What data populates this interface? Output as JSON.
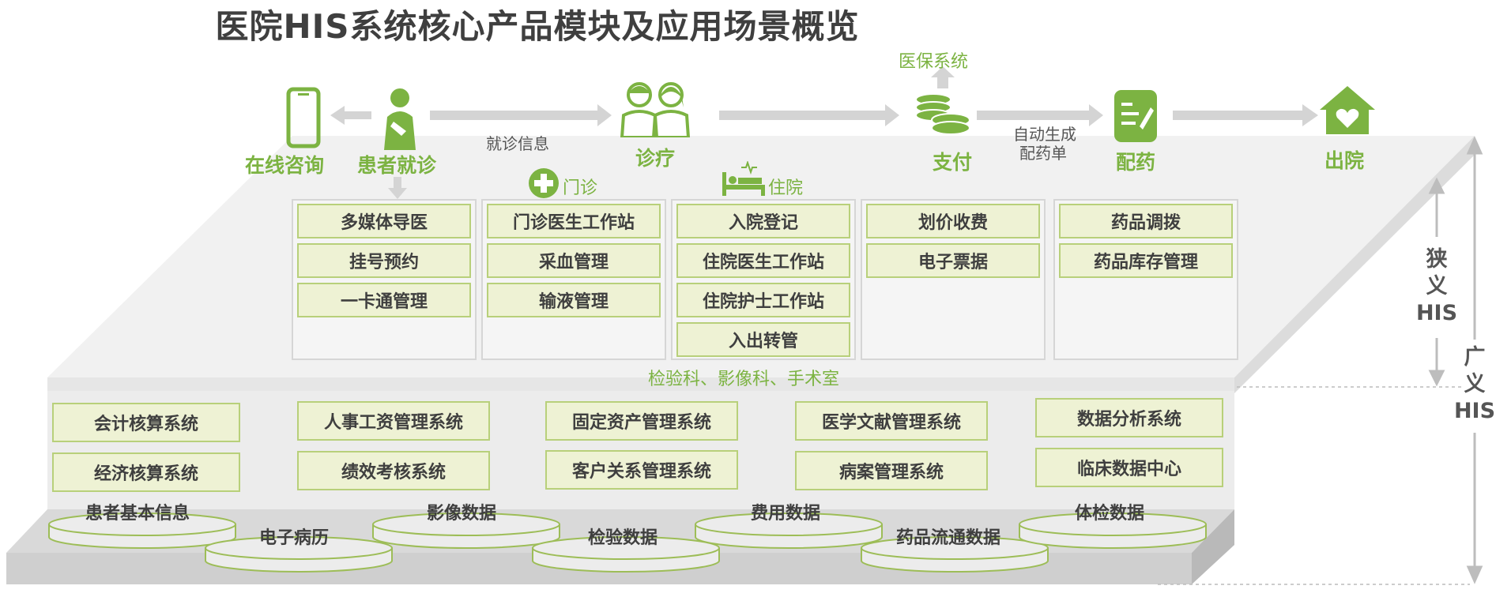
{
  "title": "医院HIS系统核心产品模块及应用场景概览",
  "flow": {
    "online": "在线咨询",
    "patient": "患者就诊",
    "visit_info": "就诊信息",
    "diagnosis": "诊疗",
    "insurance": "医保系统",
    "payment": "支付",
    "auto_gen_line1": "自动生成",
    "auto_gen_line2": "配药单",
    "dispensing": "配药",
    "discharge": "出院"
  },
  "sub_labels": {
    "outpatient": "门诊",
    "inpatient": "住院",
    "departments": "检验科、影像科、手术室"
  },
  "narrow_columns": [
    {
      "items": [
        "多媒体导医",
        "挂号预约",
        "一卡通管理"
      ]
    },
    {
      "items": [
        "门诊医生工作站",
        "采血管理",
        "输液管理"
      ]
    },
    {
      "items": [
        "入院登记",
        "住院医生工作站",
        "住院护士工作站",
        "入出转管"
      ]
    },
    {
      "items": [
        "划价收费",
        "电子票据"
      ]
    },
    {
      "items": [
        "药品调拨",
        "药品库存管理"
      ]
    }
  ],
  "broad_systems": [
    [
      "会计核算系统",
      "经济核算系统"
    ],
    [
      "人事工资管理系统",
      "绩效考核系统"
    ],
    [
      "固定资产管理系统",
      "客户关系管理系统"
    ],
    [
      "医学文献管理系统",
      "病案管理系统"
    ],
    [
      "数据分析系统",
      "临床数据中心"
    ]
  ],
  "data_disks": [
    "患者基本信息",
    "电子病历",
    "影像数据",
    "检验数据",
    "费用数据",
    "药品流通数据",
    "体检数据"
  ],
  "his": {
    "narrow_1": "狭",
    "narrow_2": "义",
    "narrow_3": "HIS",
    "broad_1": "广",
    "broad_2": "义",
    "broad_3": "HIS"
  },
  "colors": {
    "accent": "#7cb342",
    "box_fill": "#eef2d4",
    "box_border": "#b8d07a",
    "arrow": "#d4d4d4"
  }
}
